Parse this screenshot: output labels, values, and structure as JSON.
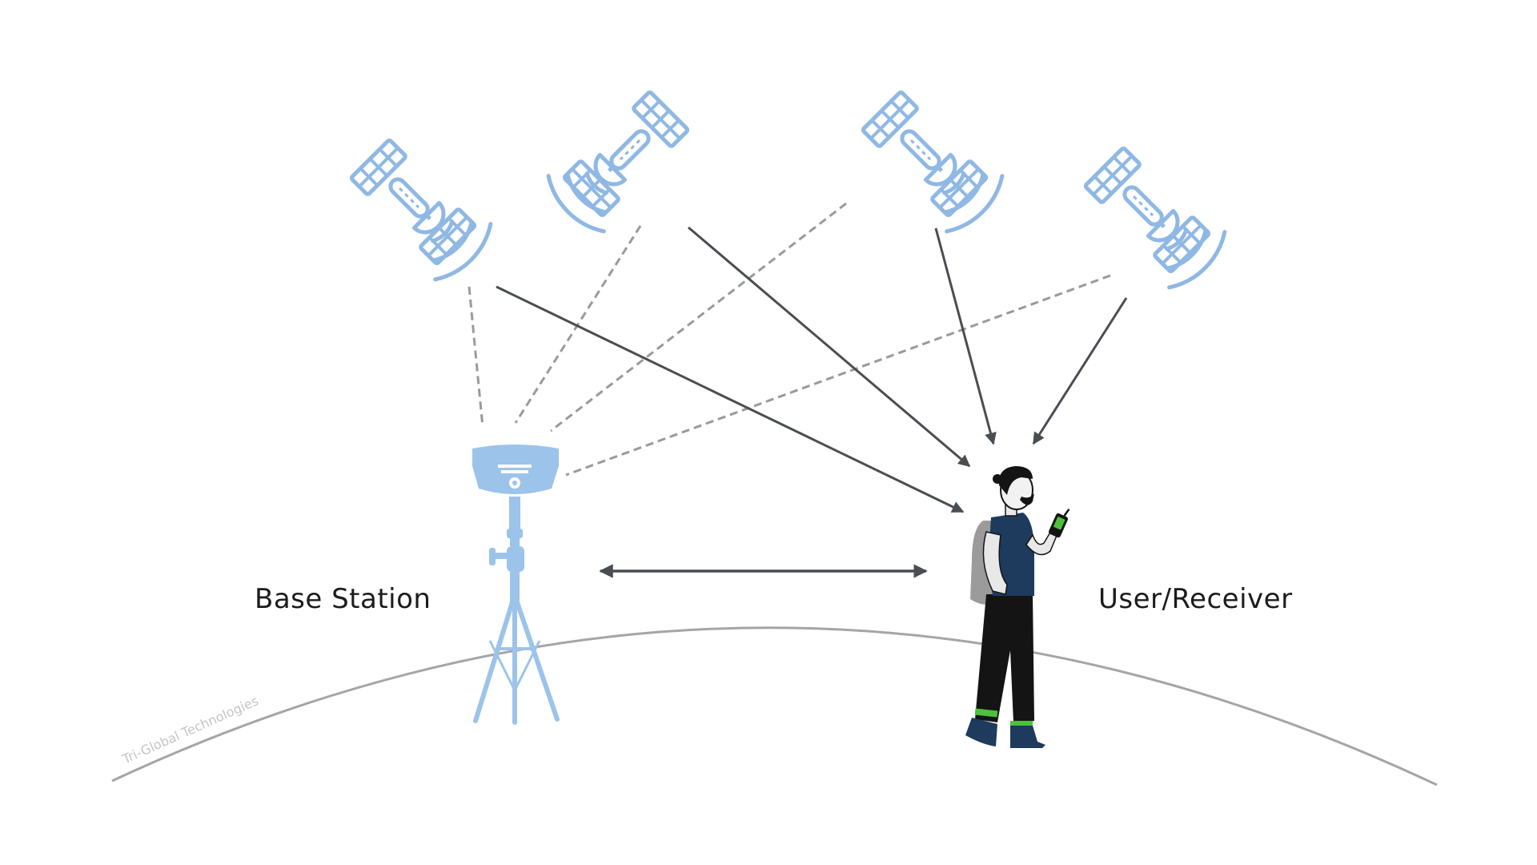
{
  "labels": {
    "base_station": "Base Station",
    "user_receiver": "User/Receiver"
  },
  "watermark": "Tri-Global Technologies",
  "colors": {
    "satellite": "#8fb8e4",
    "base_station": "#9cc3ea",
    "direct_signal": "#4a4d52",
    "reference_signal": "#9a9a9a",
    "ground": "#a5a5a5",
    "person_shirt": "#1e3a5c",
    "person_pants": "#141414",
    "person_accent": "#4cc23a",
    "backpack": "#9b9b9b"
  },
  "icons": [
    "satellite-icon",
    "base-station-icon",
    "person-icon",
    "gnss-handheld-icon"
  ]
}
